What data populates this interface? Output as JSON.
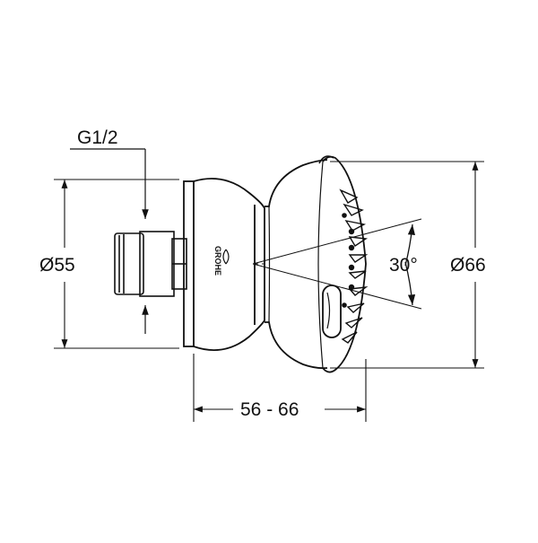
{
  "labels": {
    "thread": "G1/2",
    "dia_left": "Ø55",
    "dia_right": "Ø66",
    "angle": "30°",
    "length": "56 - 66"
  },
  "logo_text": "GROHE",
  "colors": {
    "ink": "#111111",
    "background": "#ffffff"
  }
}
